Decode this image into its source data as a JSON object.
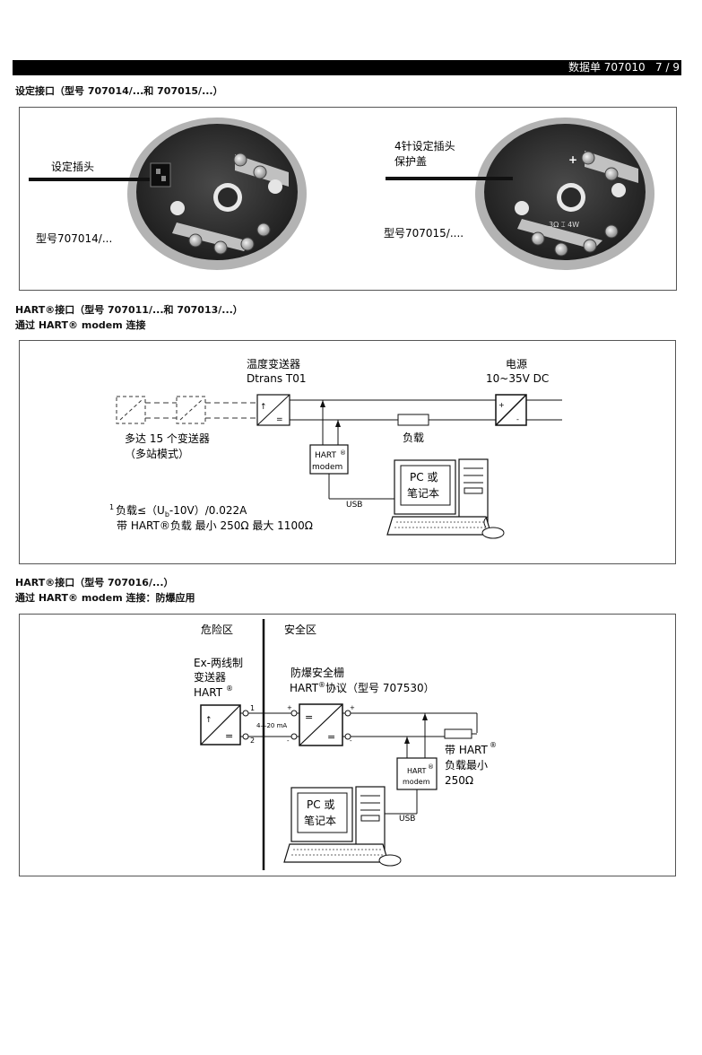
{
  "header": {
    "doc_label": "数据单 707010",
    "page": "7 / 9"
  },
  "section1": {
    "title": "设定接口（型号 707014/...和 707015/...）",
    "left": {
      "plug_label": "设定插头",
      "model_label": "型号707014/..."
    },
    "right": {
      "cover_label_1": "4针设定插头",
      "cover_label_2": "保护盖",
      "model_label": "型号707015/...."
    }
  },
  "section2": {
    "title_1": "HART®接口（型号  707011/...和 707013/...）",
    "title_2": "通过 HART®   modem 连接",
    "transmitter_label": "温度变送器",
    "transmitter_name": "Dtrans T01",
    "power_label": "电源",
    "power_value": "10~35V DC",
    "load_label": "负载",
    "multi_label_1": "多达 15 个变送器",
    "multi_label_2": "（多站模式）",
    "hart_label": "HART",
    "modem_label": "modem",
    "usb_label": "USB",
    "pc_label_1": "PC 或",
    "pc_label_2": "笔记本",
    "formula_mark": "1",
    "formula_pre": "负载≤（U",
    "formula_sub": "b",
    "formula_post": "-10V）/0.022A",
    "hart_load_text": "带 HART®负载  最小 250Ω  最大 1100Ω"
  },
  "section3": {
    "title_1": "HART®接口（型号  707016/...）",
    "title_2": "通过 HART®   modem 连接：防爆应用",
    "hazard_label": "危险区",
    "safe_label": "安全区",
    "ex_label_1": "Ex-两线制",
    "ex_label_2": "变送器",
    "ex_label_3": "HART",
    "barrier_label_1": "防爆安全栅",
    "barrier_label_2": "HART",
    "barrier_label_3": "协议（型号 707530）",
    "current_label": "4—20 mA",
    "terminal_1": "1",
    "terminal_2": "2",
    "hart_load_1": "带 HART",
    "hart_load_2": "负载最小",
    "hart_load_3": "250Ω",
    "hart_label": "HART",
    "modem_label": "modem",
    "usb_label": "USB",
    "pc_label_1": "PC 或",
    "pc_label_2": "笔记本"
  }
}
